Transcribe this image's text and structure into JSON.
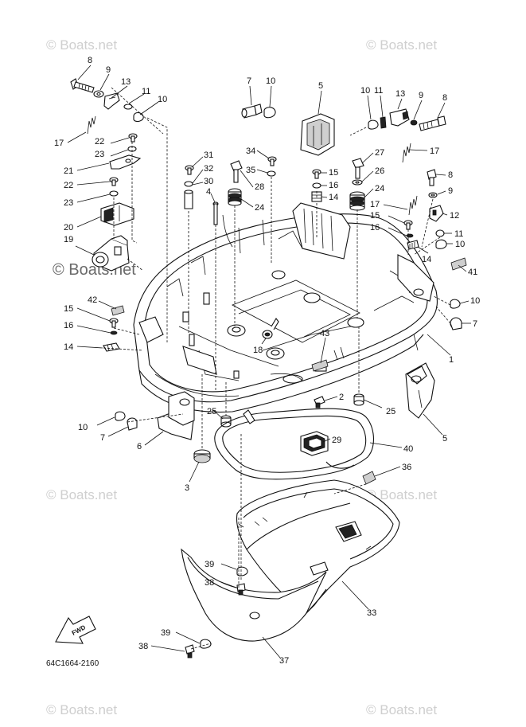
{
  "watermarks": {
    "text": "© Boats.net",
    "main": "© Boats.net"
  },
  "diagram_code": "64C1664-2160",
  "fwd_label": "FWD",
  "callouts": {
    "c8a": "8",
    "c9a": "9",
    "c13a": "13",
    "c11a": "11",
    "c10a": "10",
    "c17a": "17",
    "c22a": "22",
    "c23a": "23",
    "c21": "21",
    "c22b": "22",
    "c23b": "23",
    "c20": "20",
    "c19": "19",
    "c7a": "7",
    "c10b": "10",
    "c5a": "5",
    "c10c": "10",
    "c11b": "11",
    "c13b": "13",
    "c9b": "9",
    "c8b": "8",
    "c17b": "17",
    "c34": "34",
    "c35": "35",
    "c31": "31",
    "c32": "32",
    "c30": "30",
    "c4": "4",
    "c28": "28",
    "c24a": "24",
    "c15a": "15",
    "c16a": "16",
    "c14a": "14",
    "c27": "27",
    "c26": "26",
    "c24b": "24",
    "c8c": "8",
    "c9c": "9",
    "c17c": "17",
    "c12": "12",
    "c15b": "15",
    "c11c": "11",
    "c16b": "16",
    "c10d": "10",
    "c14b": "14",
    "c41": "41",
    "c42": "42",
    "c15c": "15",
    "c16c": "16",
    "c14c": "14",
    "c10e": "10",
    "c7b": "7",
    "c18": "18",
    "c43": "43",
    "c1": "1",
    "c2": "2",
    "c25a": "25",
    "c25b": "25",
    "c10f": "10",
    "c7c": "7",
    "c6": "6",
    "c3": "3",
    "c29": "29",
    "c40": "40",
    "c5b": "5",
    "c36": "36",
    "c39a": "39",
    "c38a": "38",
    "c33": "33",
    "c39b": "39",
    "c38b": "38",
    "c37": "37"
  }
}
